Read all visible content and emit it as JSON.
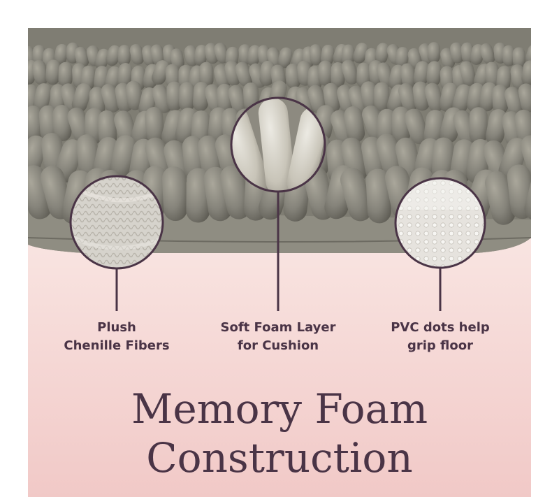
{
  "callouts": [
    {
      "icon": "chenille-fiber-closeup-icon",
      "line1": "Plush",
      "line2": "Chenille Fibers"
    },
    {
      "icon": "foam-layer-closeup-icon",
      "line1": "Soft Foam Layer",
      "line2": "for Cushion"
    },
    {
      "icon": "pvc-dots-closeup-icon",
      "line1": "PVC dots help",
      "line2": "grip floor"
    }
  ],
  "headline": {
    "line1": "Memory Foam",
    "line2": "Construction"
  },
  "colors": {
    "accent": "#4a3446",
    "mat": "#87857a",
    "background_top": "#fbf3f1",
    "background_bottom": "#f1c9c7"
  }
}
